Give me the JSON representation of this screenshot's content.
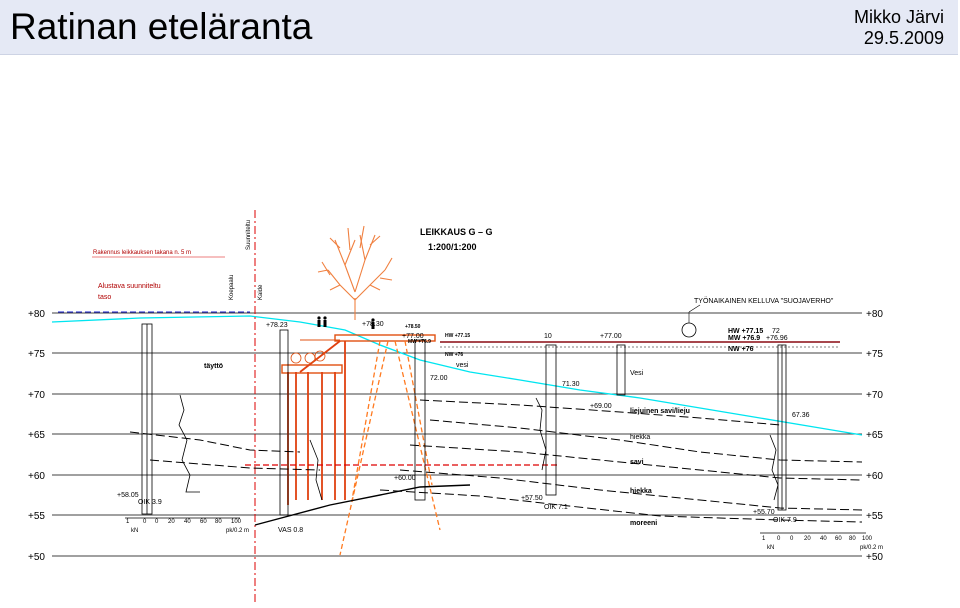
{
  "header": {
    "title": "Ratinan eteläranta",
    "author": "Mikko Järvi",
    "date": "29.5.2009"
  },
  "section": {
    "title": "LEIKKAUS G – G",
    "scale": "1:200/1:200"
  },
  "elevations": [
    "+80",
    "+75",
    "+70",
    "+65",
    "+60",
    "+55",
    "+50"
  ],
  "annotations": {
    "rakennus": "Rakennus leikkauksen takana n. 5 m",
    "alustava1": "Alustava suunniteltu",
    "alustava2": "taso",
    "kelluva": "TYÖNAIKAINEN KELLUVA \"SUOJAVERHO\"",
    "taytto": "täyttö",
    "vesi1": "vesi",
    "vesi2": "Vesi",
    "liejuinen": "liejuinen savi/lieju",
    "hiekka1": "hiekka",
    "hiekka2": "hiekka",
    "savi": "savi",
    "moreeni": "moreeni",
    "hw1": "HW +77.15",
    "mw1": "MW +76.9",
    "nw1": "NW +76",
    "hw2": "HW +77.15",
    "mw2": "MW +76.9",
    "nw2": "NW +76",
    "v7850": "+78.50",
    "v7823": "+78.23",
    "v7830": "+78.30",
    "v7700": "+77.00",
    "v7700b": "+77.00",
    "v7696": "+76.96",
    "v7200": "72.00",
    "v7130": "71.30",
    "v6900": "+69.00",
    "v6736": "67.36",
    "v6000": "+60.00",
    "v5805": "+58.05",
    "v5750": "+57.50",
    "v5570": "+55.70",
    "v10": "10",
    "v72": "72",
    "oik39": "OIK 3.9",
    "oik71": "OIK 7.1",
    "oik79": "OIK 7.9",
    "vas08": "VAS 0.8",
    "koepaalu": "Koepaalu",
    "kaide": "Kaide",
    "suunniteltu": "Suunniteltu",
    "kN1": "kN",
    "kN2": "kN",
    "pk1": "pk/0.2 m",
    "pk2": "pk/0.2 m",
    "ticks1": [
      "1",
      "0",
      "0",
      "20",
      "40",
      "60",
      "80",
      "100"
    ],
    "ticks2": [
      "1",
      "0",
      "0",
      "20",
      "40",
      "60",
      "80",
      "100"
    ]
  }
}
